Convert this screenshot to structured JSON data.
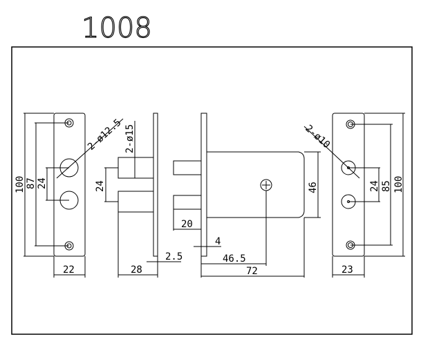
{
  "title": "1008",
  "front_plate_left": {
    "d_holes": "2-ø12.5",
    "height": "100",
    "screw_spacing": "87",
    "hole_spacing": "24",
    "width": "22"
  },
  "side_view": {
    "d_bolts": "2-ø15",
    "bolt_spacing": "24",
    "depth": "28",
    "plate_thickness": "2.5"
  },
  "body_view": {
    "body_height": "46",
    "bolt_length": "20",
    "flange": "4",
    "screw_offset": "46.5",
    "length": "72"
  },
  "strike_plate": {
    "d_holes": "2-ø10",
    "hole_spacing": "24",
    "screw_spacing": "85",
    "height": "100",
    "width": "23"
  }
}
